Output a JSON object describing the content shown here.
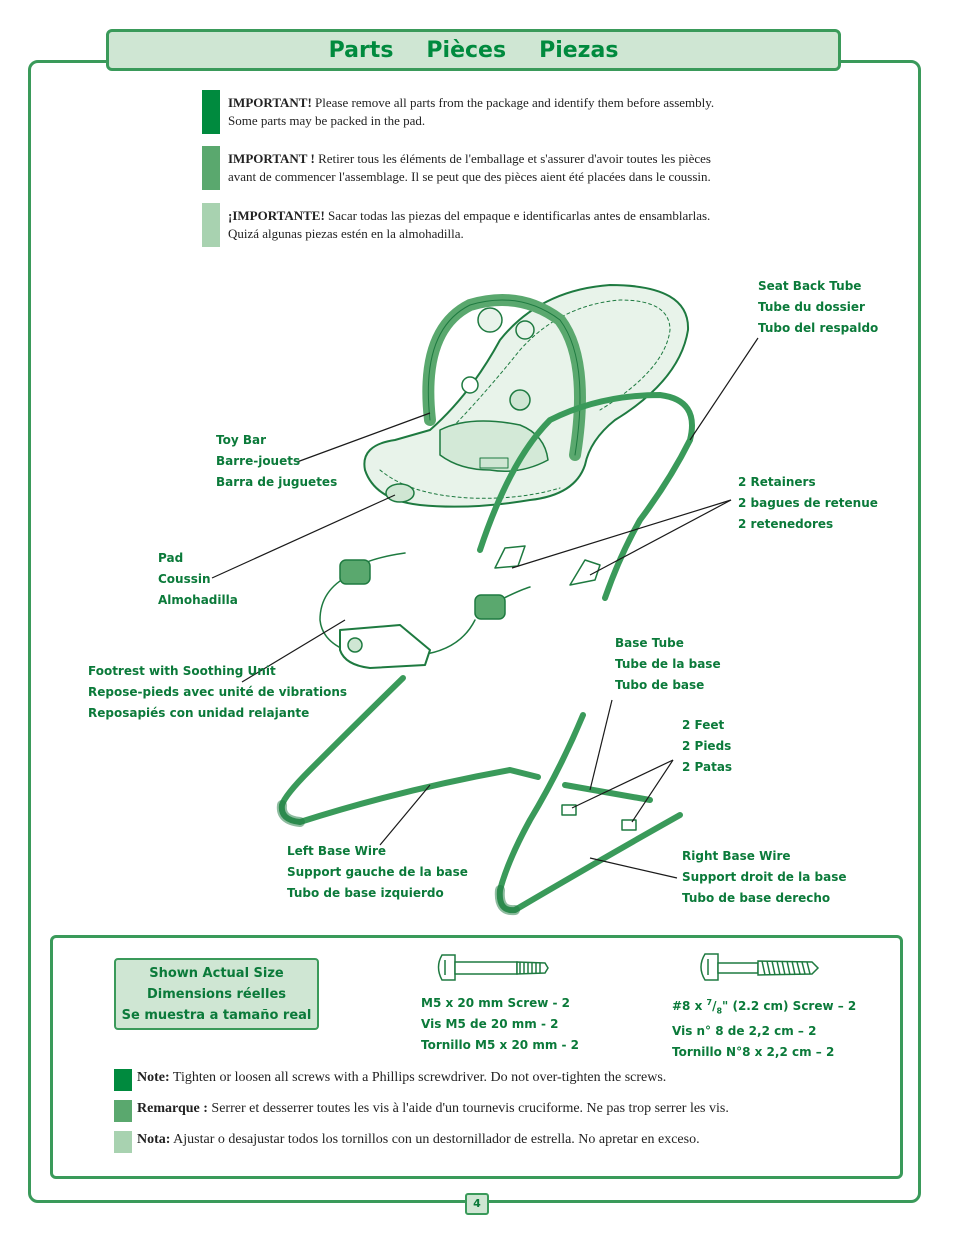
{
  "title": [
    "Parts",
    "Pièces",
    "Piezas"
  ],
  "colors": {
    "dark": "#008a3e",
    "medium": "#5aa86e",
    "light": "#a8d2b0",
    "border": "#3a9a5a",
    "panel": "#cfe6d3"
  },
  "important": [
    {
      "bold": "IMPORTANT!",
      "line1": " Please remove all parts from the package and identify them before assembly.",
      "line2": "Some parts may be packed in the pad."
    },
    {
      "bold": "IMPORTANT !",
      "line1": " Retirer tous les éléments de l'emballage et s'assurer d'avoir toutes les pièces",
      "line2": "avant de commencer l'assemblage. Il se peut que des pièces aient été placées dans le coussin."
    },
    {
      "bold": "¡IMPORTANTE!",
      "line1": " Sacar todas las piezas del empaque e identificarlas antes de ensamblarlas.",
      "line2": "Quizá algunas piezas estén en la almohadilla."
    }
  ],
  "labels": {
    "seat_back_tube": [
      "Seat Back Tube",
      "Tube du dossier",
      "Tubo del respaldo"
    ],
    "toy_bar": [
      "Toy Bar",
      "Barre-jouets",
      "Barra de juguetes"
    ],
    "retainers": [
      "2 Retainers",
      "2 bagues de retenue",
      "2 retenedores"
    ],
    "pad": [
      "Pad",
      "Coussin",
      "Almohadilla"
    ],
    "footrest": [
      "Footrest with Soothing Unit",
      "Repose-pieds avec unité de vibrations",
      "Reposapiés con unidad relajante"
    ],
    "base_tube": [
      "Base Tube",
      "Tube de la base",
      "Tubo de base"
    ],
    "feet": [
      "2 Feet",
      "2 Pieds",
      "2 Patas"
    ],
    "left_base_wire": [
      "Left Base Wire",
      "Support gauche de la base",
      "Tubo de base izquierdo"
    ],
    "right_base_wire": [
      "Right Base Wire",
      "Support droit de la base",
      "Tubo de base derecho"
    ]
  },
  "actual_size": [
    "Shown Actual Size",
    "Dimensions réelles",
    "Se muestra a tamaño real"
  ],
  "screw_m5": [
    "M5 x 20 mm Screw - 2",
    "Vis M5 de 20 mm - 2",
    "Tornillo M5 x 20 mm - 2"
  ],
  "screw_8": {
    "prefix": "#8 x ",
    "num": "7",
    "den": "8",
    "suffix": "\" (2.2 cm) Screw – 2",
    "line2": "Vis n° 8 de 2,2 cm – 2",
    "line3": "Tornillo N°8 x 2,2 cm – 2"
  },
  "notes": [
    {
      "bold": "Note:",
      "text": " Tighten or loosen all screws with a Phillips screwdriver. Do not over-tighten the screws."
    },
    {
      "bold": "Remarque :",
      "text": " Serrer et desserrer toutes les vis à l'aide d'un tournevis cruciforme. Ne pas trop serrer les vis."
    },
    {
      "bold": "Nota:",
      "text": " Ajustar o desajustar todos los tornillos con un destornillador de estrella. No apretar en exceso."
    }
  ],
  "page_number": "4"
}
